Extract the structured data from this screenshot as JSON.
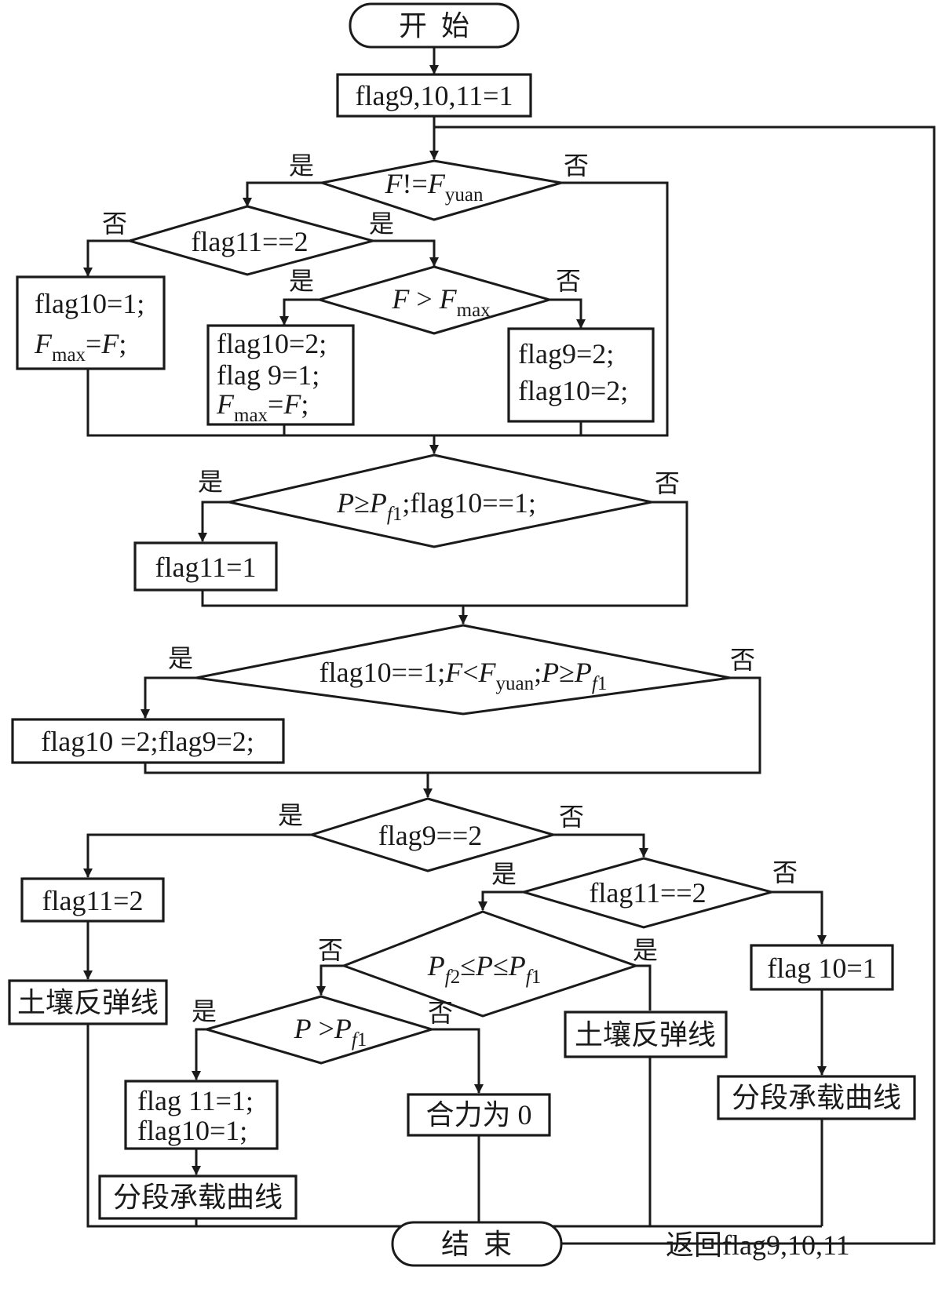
{
  "yes": "是",
  "no": "否",
  "start": "开  始",
  "end": "结  束",
  "init": "flag9,10,11=1",
  "d1": {
    "a": "F",
    "b": "!=",
    "c": "F",
    "d": "yuan"
  },
  "d2": "flag11==2",
  "d3": {
    "a": "F",
    "b": " > ",
    "c": "F",
    "d": "max"
  },
  "b1": {
    "l1": "flag10=1;",
    "l2a": "F",
    "l2b": "max",
    "l2c": "=",
    "l2d": "F",
    "l2e": ";"
  },
  "b2": {
    "l1": "flag10=2;",
    "l2": "flag 9=1;",
    "l3a": "F",
    "l3b": "max",
    "l3c": "=",
    "l3d": "F",
    "l3e": ";"
  },
  "b3": {
    "l1": "flag9=2;",
    "l2": "flag10=2;"
  },
  "d4": {
    "a": "P",
    "b": "≥",
    "c": "P",
    "d": "f",
    "e": "1",
    "f": ";flag10==1;"
  },
  "b4": "flag11=1",
  "d5": {
    "a": "flag10==1;",
    "b": "F",
    "c": "<",
    "d": "F",
    "e": "yuan",
    "f": ";",
    "g": "P",
    "h": "≥",
    "i": "P",
    "j": "f",
    "k": "1"
  },
  "b5": "flag10 =2;flag9=2;",
  "d6": "flag9==2",
  "b6": "flag11=2",
  "b7": "土壤反弹线",
  "d7": "flag11==2",
  "d8": {
    "a": "P",
    "b": "f",
    "c": "2",
    "d": "≤",
    "e": "P",
    "f": "≤",
    "g": "P",
    "h": "f",
    "i": "1"
  },
  "b8": "flag 10=1",
  "d9": {
    "a": "P",
    "b": " >",
    "c": "P",
    "d": "f",
    "e": "1"
  },
  "b9": "土壤反弹线",
  "b10": "分段承载曲线",
  "b11": {
    "l1": "flag 11=1;",
    "l2": "flag10=1;"
  },
  "b12": "合力为 0",
  "b13": "分段承载曲线",
  "return_label": "返回flag9,10,11"
}
